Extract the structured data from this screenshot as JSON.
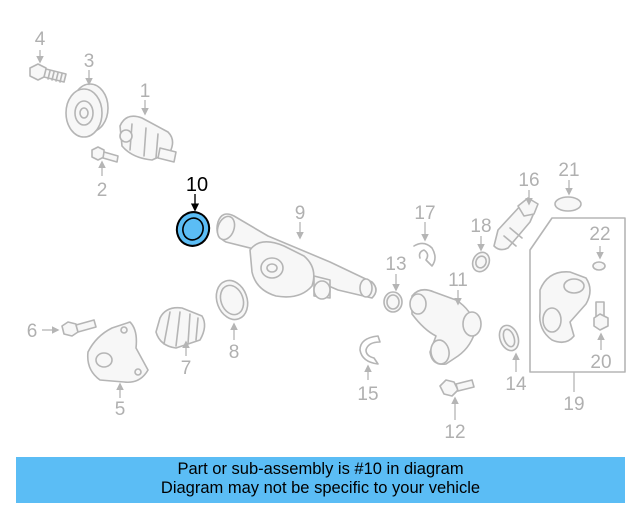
{
  "highlight_color": "#5bbdf5",
  "highlighted_part": "10",
  "callouts": [
    "1",
    "2",
    "3",
    "4",
    "5",
    "6",
    "7",
    "8",
    "9",
    "10",
    "11",
    "12",
    "13",
    "14",
    "15",
    "16",
    "17",
    "18",
    "19",
    "20",
    "21",
    "22"
  ],
  "banner": {
    "line1": "Part or sub-assembly is #10 in diagram",
    "line2": "Diagram may not be specific to your vehicle"
  }
}
